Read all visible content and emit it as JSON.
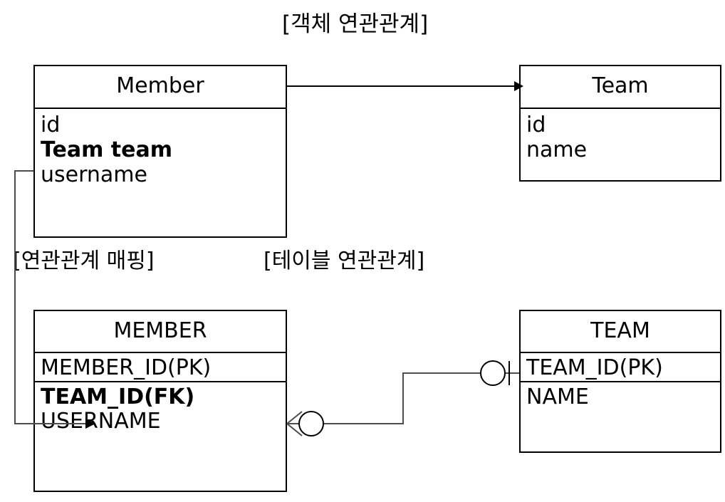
{
  "diagram": {
    "title": "[객체 연관관계]",
    "labels": {
      "mapping": "[연관관계 매핑]",
      "table_relation": "[테이블 연관관계]"
    }
  },
  "object_model": {
    "member": {
      "name": "Member",
      "fields": [
        {
          "text": "id",
          "bold": false
        },
        {
          "text": "Team team",
          "bold": true
        },
        {
          "text": "username",
          "bold": false
        }
      ]
    },
    "team": {
      "name": "Team",
      "fields": [
        {
          "text": "id",
          "bold": false
        },
        {
          "text": "name",
          "bold": false
        }
      ]
    }
  },
  "table_model": {
    "member": {
      "name": "MEMBER",
      "sections": [
        [
          {
            "text": "MEMBER_ID(PK)",
            "bold": false
          }
        ],
        [
          {
            "text": "TEAM_ID(FK)",
            "bold": true
          },
          {
            "text": "USERNAME",
            "bold": false
          }
        ]
      ]
    },
    "team": {
      "name": "TEAM",
      "sections": [
        [
          {
            "text": "TEAM_ID(PK)",
            "bold": false
          }
        ],
        [
          {
            "text": "NAME",
            "bold": false
          }
        ]
      ]
    }
  },
  "relations": {
    "object_reference": {
      "from": "Member",
      "to": "Team",
      "notation": "directed-arrow"
    },
    "mapping_link": {
      "from": "Team team",
      "to": "TEAM_ID(FK)",
      "notation": "elbow-arrow"
    },
    "table_fk": {
      "from": "MEMBER",
      "to": "TEAM",
      "member_side_notation": "crows-foot-zero-or-many",
      "team_side_notation": "zero-or-one"
    }
  },
  "colors": {
    "stroke": "#000000",
    "wire": "#4d4d4d",
    "background": "#ffffff",
    "text": "#000000"
  }
}
